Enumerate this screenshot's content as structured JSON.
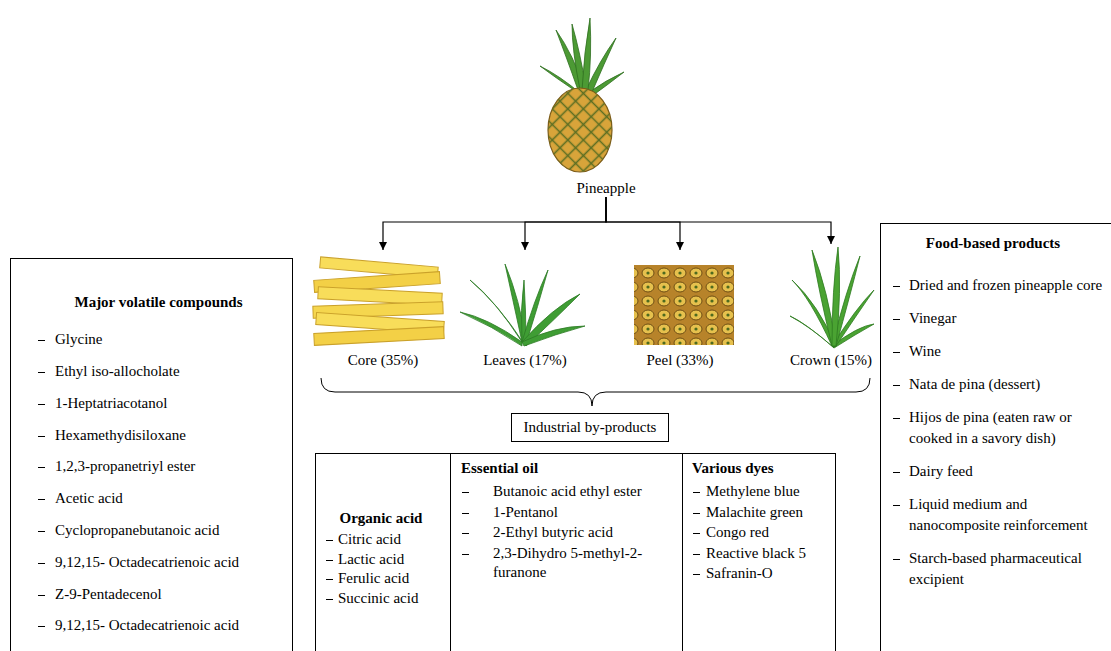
{
  "diagram": {
    "nodes": [
      {
        "text": [
          "Pineapple"
        ]
      },
      {
        "text": [
          "Core (35%)"
        ]
      },
      {
        "text": [
          "Leaves (17%)"
        ]
      },
      {
        "text": [
          "Peel (33%)"
        ]
      },
      {
        "text": [
          "Crown (15%)"
        ]
      },
      {
        "text": [
          "Industrial by-products"
        ]
      },
      {
        "text": [
          "Major volatile compounds",
          "Glycine",
          "Ethyl iso-allocholate",
          "1-Heptatriacotanol",
          "Hexamethydisiloxane",
          "1,2,3-propanetriyl ester",
          "Acetic acid",
          "Cyclopropanebutanoic acid",
          "9,12,15- Octadecatrienoic acid",
          "Z-9-Pentadecenol",
          "9,12,15- Octadecatrienoic acid"
        ]
      },
      {
        "text": [
          "Organic acid",
          "Citric acid",
          "Lactic acid",
          "Ferulic acid",
          "Succinic acid"
        ]
      },
      {
        "text": [
          "Essential oil",
          "Butanoic acid ethyl ester",
          "1-Pentanol",
          "2-Ethyl butyric acid",
          "2,3-Dihydro 5-methyl-2-furanone"
        ]
      },
      {
        "text": [
          "Various dyes",
          "Methylene blue",
          "Malachite green",
          "Congo red",
          "Reactive black 5",
          "Safranin-O"
        ]
      },
      {
        "text": [
          "Food-based products",
          "Dried and frozen pineapple core",
          "Vinegar",
          "Wine",
          "Nata de pina (dessert)",
          "Hijos de pina (eaten raw or cooked in a savory dish)",
          "Dairy feed",
          "Liquid medium and nanocomposite reinforcement",
          "Starch-based pharmaceutical excipient"
        ]
      }
    ],
    "edges": [
      {
        "from": 0,
        "to": 1,
        "arrow": "to"
      },
      {
        "from": 0,
        "to": 2,
        "arrow": "to"
      },
      {
        "from": 0,
        "to": 3,
        "arrow": "to"
      },
      {
        "from": 0,
        "to": 4,
        "arrow": "to"
      }
    ]
  }
}
